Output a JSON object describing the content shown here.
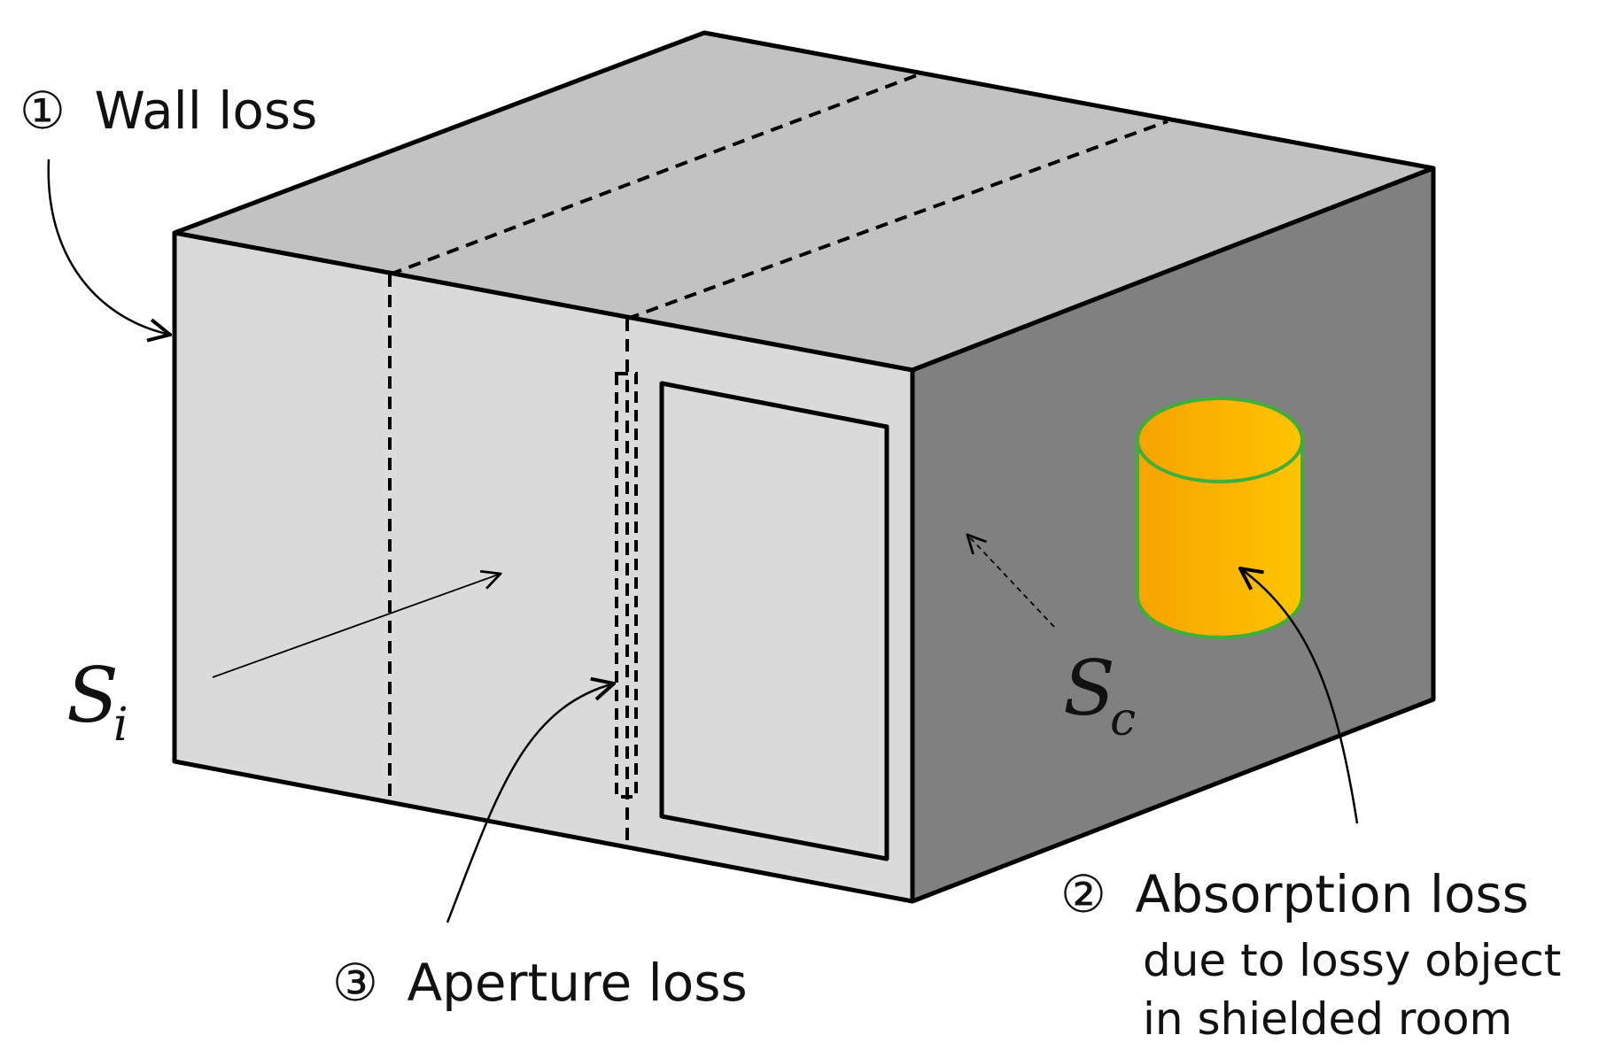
{
  "labels": {
    "wall": {
      "num": "①",
      "text": "Wall loss"
    },
    "absorption": {
      "num": "②",
      "text": "Absorption loss",
      "line2": "due to lossy object",
      "line3": "in shielded room"
    },
    "aperture": {
      "num": "③",
      "text": "Aperture loss"
    }
  },
  "symbols": {
    "incident": {
      "main": "S",
      "sub": "i"
    },
    "chamber": {
      "main": "S",
      "sub": "c"
    }
  },
  "colors": {
    "top_face": "#c2c2c2",
    "front_face": "#dadada",
    "side_face": "#808080",
    "outline": "#000000",
    "cylinder_orange": "#f6a300",
    "cylinder_yellow": "#ffc400",
    "cylinder_edge": "#3fae3a"
  }
}
